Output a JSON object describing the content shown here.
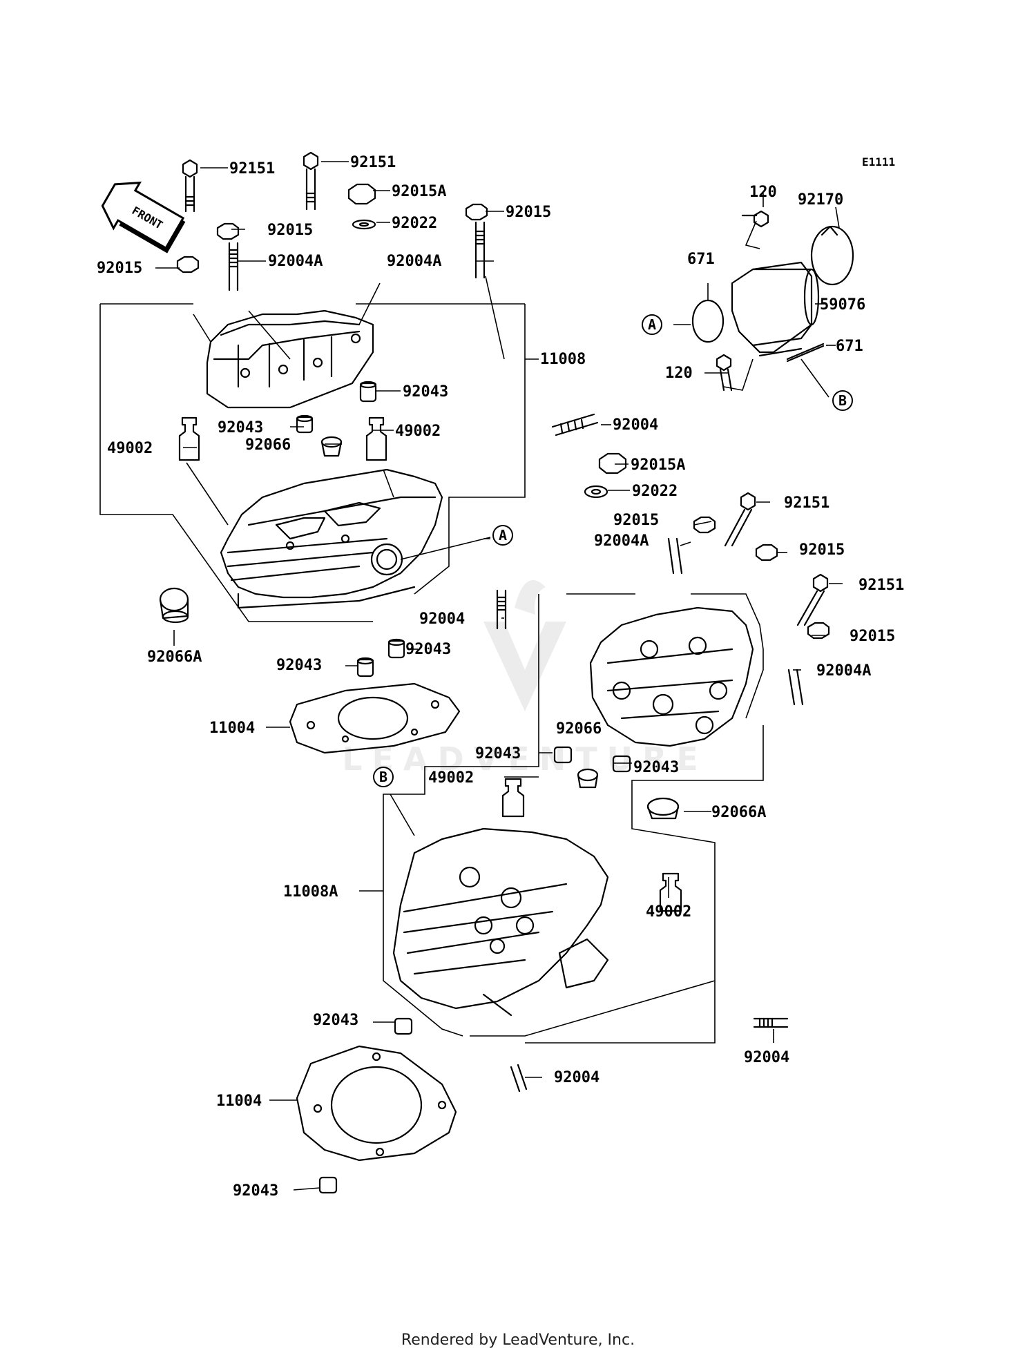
{
  "diagram_code": "E1111",
  "front_label": "FRONT",
  "footer": "Rendered by LeadVenture, Inc.",
  "watermark": "LEADVENTURE",
  "callouts": {
    "a": "A",
    "b": "B"
  },
  "labels": [
    "92151",
    "92151",
    "92015A",
    "92015",
    "92015",
    "92022",
    "92015",
    "92004A",
    "92004A",
    "11008",
    "92043",
    "92043",
    "49002",
    "92066",
    "49002",
    "92004",
    "92015A",
    "92022",
    "92151",
    "92015",
    "92004A",
    "92015",
    "92151",
    "92015",
    "92004A",
    "92004",
    "92043",
    "92043",
    "92066A",
    "11004",
    "92043",
    "92066",
    "49002",
    "92043",
    "92066A",
    "11008A",
    "49002",
    "92043",
    "92004",
    "11004",
    "92004",
    "92043",
    "120",
    "92170",
    "671",
    "59076",
    "671",
    "120"
  ]
}
